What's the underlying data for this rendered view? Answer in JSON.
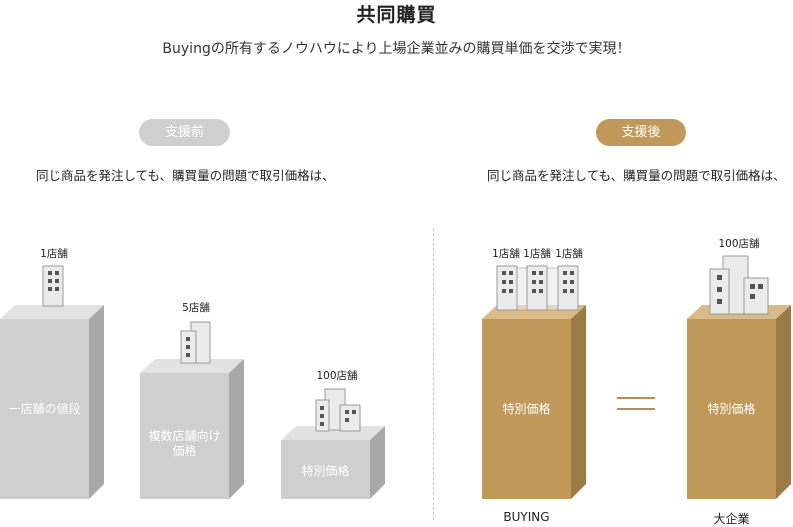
{
  "header": {
    "title": "共同購買",
    "subtitle": "Buyingの所有するノウハウにより上場企業並みの購買単価を交渉で実現！"
  },
  "before": {
    "badge": "支援前",
    "description": "同じ商品を発注しても、購買量の問題で取引価格は、",
    "columns": [
      {
        "store_label": "1店舗",
        "box_label": "一店舗の値段"
      },
      {
        "store_label": "5店舗",
        "box_label_line1": "複数店舗向け",
        "box_label_line2": "価格"
      },
      {
        "store_label": "100店舗",
        "box_label": "特別価格"
      }
    ]
  },
  "after": {
    "badge": "支援後",
    "description": "同じ商品を発注しても、購買量の問題で取引価格は、",
    "left": {
      "store_labels": [
        "1店舗",
        "1店舗",
        "1店舗"
      ],
      "box_label": "特別価格",
      "footer": "BUYING"
    },
    "right": {
      "store_label": "100店舗",
      "box_label": "特別価格",
      "footer": "大企業"
    }
  },
  "colors": {
    "gray_box": "#cfcfcf",
    "gold_box": "#c0985a",
    "gray_pill": "#cfcfcf",
    "gold_pill": "#c0985a"
  }
}
